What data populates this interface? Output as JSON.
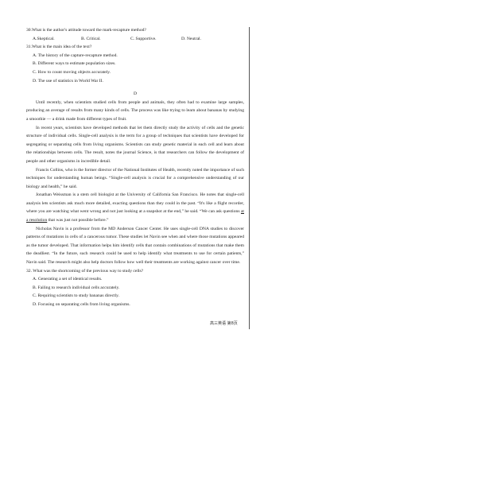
{
  "q30": {
    "stem": "30.What is the author's attitude toward the mark-recapture method?",
    "options": [
      "A.Skeptical.",
      "B. Critical.",
      "C. Supportive.",
      "D. Neutral."
    ]
  },
  "q31": {
    "stem": "31.What is the main idea of the text?",
    "options": [
      "A. The history of the capture-recapture method.",
      "B. Different ways to estimate population sizes.",
      "C. How to count moving objects accurately.",
      "D. The use of statistics in World War II."
    ]
  },
  "section_label": "D",
  "paragraphs": {
    "p1": "Until recently, when scientists studied cells from people and animals, they often had to examine large samples, producing an average of results from many kinds of cells. The process was like trying to learn about bananas by studying a smoothie — a drink made from different types of fruit.",
    "p2": "In recent years, scientists have developed methods that let them directly study the activity of cells and the genetic structure of individual cells. Single-cell analysis is the term for a group of techniques that scientists have developed for segregating or separating cells from living organisms. Scientists can study genetic material in each cell and learn about the relationships between cells. The result, notes the journal Science, is that researchers can follow the development of people and other organisms in incredible detail.",
    "p3": "Francis Collins, who is the former director of the National Institutes of Health, recently noted the importance of such techniques for understanding human beings. “Single-cell analysis is crucial for a comprehensive understanding of our biology and health,” he said.",
    "p4_before": "Jonathan Weissman is a stem cell biologist at the University of California San Francisco. He notes that single-cell analysis lets scientists ask much more detailed, exacting questions than they could in the past. “It's like a flight recorder, where you are watching what went wrong and not just looking at a snapshot at the end,” he said. “We can ask questions ",
    "p4_underlined": "at a resolution",
    "p4_after": " that was just not possible before.”",
    "p5": "Nicholas Navin is a professor from the MD Anderson Cancer Center. He uses single-cell DNA studies to discover patterns of mutations in cells of a cancerous tumor. These studies let Navin see when and where those mutations appeared as the tumor developed. That information helps him identify cells that contain combinations of mutations that make them the deadliest. “In the future, such research could be used to help identify what treatments to use for certain patients,” Navin said. The research might also help doctors follow how well their treatments are working against cancer over time."
  },
  "q32": {
    "stem": "32. What was the shortcoming of the previous way to study cells?",
    "options": [
      "A. Generating a set of identical results.",
      "B. Failing to research individual cells accurately.",
      "C. Requiring scientists to study bananas directly.",
      "D. Focusing on separating cells from living organisms."
    ]
  },
  "footer": "高三英语  第8页"
}
